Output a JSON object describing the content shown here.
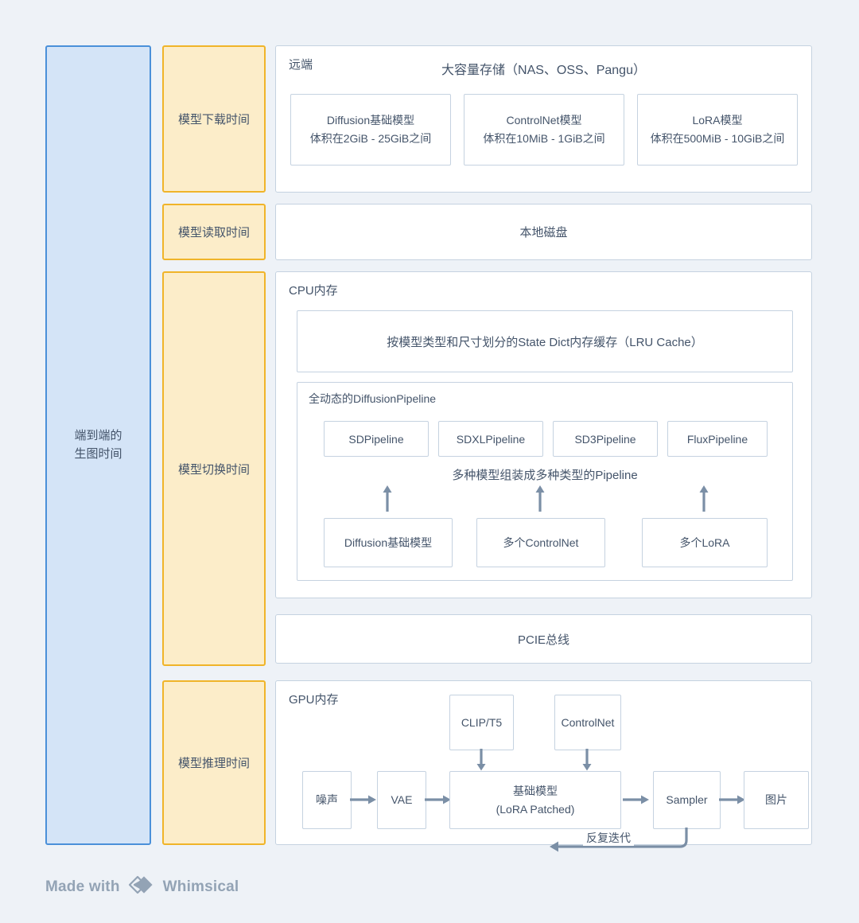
{
  "endToEnd": {
    "label": "端到端的\n生图时间",
    "fill": "#d4e4f7",
    "border": "#4a90d9"
  },
  "stages": [
    {
      "id": "download",
      "label": "模型下载时间"
    },
    {
      "id": "read",
      "label": "模型读取时间"
    },
    {
      "id": "switch",
      "label": "模型切换时间"
    },
    {
      "id": "infer",
      "label": "模型推理时间"
    }
  ],
  "stageColors": {
    "fill": "#fcedc9",
    "border": "#f0b429"
  },
  "remote": {
    "tag": "远端",
    "title": "大容量存储（NAS、OSS、Pangu）",
    "cards": [
      {
        "name": "Diffusion基础模型",
        "size": "体积在2GiB - 25GiB之间"
      },
      {
        "name": "ControlNet模型",
        "size": "体积在10MiB - 1GiB之间"
      },
      {
        "name": "LoRA模型",
        "size": "体积在500MiB - 10GiB之间"
      }
    ]
  },
  "localDisk": {
    "label": "本地磁盘"
  },
  "cpu": {
    "tag": "CPU内存",
    "cache": "按模型类型和尺寸划分的State Dict内存缓存（LRU Cache）",
    "pipeline": {
      "tag": "全动态的DiffusionPipeline",
      "pipelines": [
        "SDPipeline",
        "SDXLPipeline",
        "SD3Pipeline",
        "FluxPipeline"
      ],
      "note": "多种模型组装成多种类型的Pipeline",
      "sources": [
        "Diffusion基础模型",
        "多个ControlNet",
        "多个LoRA"
      ]
    }
  },
  "pcie": {
    "label": "PCIE总线"
  },
  "gpu": {
    "tag": "GPU内存",
    "clip": "CLIP/T5",
    "controlnet": "ControlNet",
    "noise": "噪声",
    "vae": "VAE",
    "base": {
      "line1": "基础模型",
      "line2": "(LoRA Patched)"
    },
    "sampler": "Sampler",
    "image": "图片",
    "loop": "反复迭代"
  },
  "footer": {
    "madeWith": "Made with",
    "brand": "Whimsical"
  },
  "palette": {
    "background": "#eef2f7",
    "panel": "#ffffff",
    "panelBorder": "#c5d2e0",
    "text": "#44546a",
    "arrow": "#7b8fa6"
  }
}
